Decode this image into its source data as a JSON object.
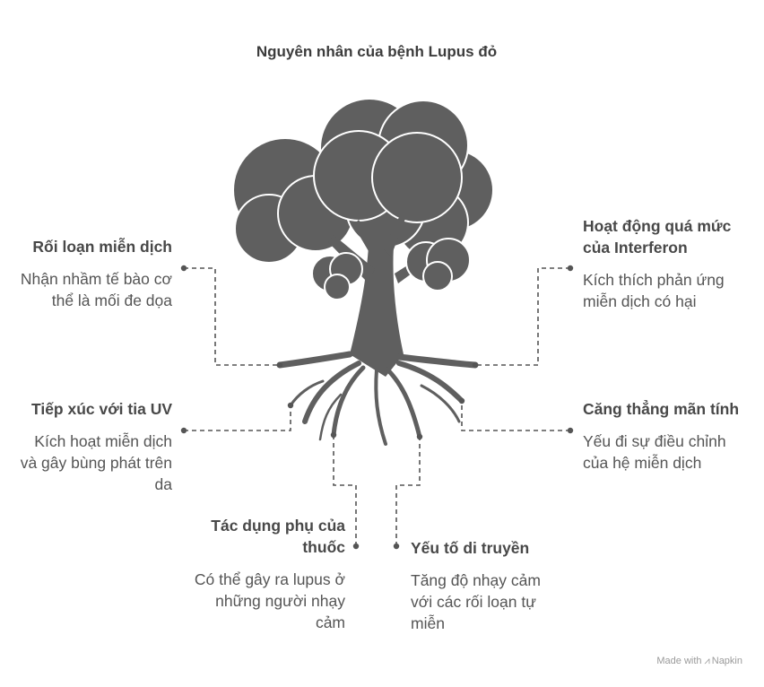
{
  "title": "Nguyên nhân của bệnh Lupus đỏ",
  "causes": [
    {
      "title": "Rối loạn miễn dịch",
      "description": "Nhận nhầm tế bào cơ thể là mối đe dọa"
    },
    {
      "title": "Tiếp xúc với tia UV",
      "description": "Kích hoạt miễn dịch và gây bùng phát trên da"
    },
    {
      "title": "Tác dụng phụ của thuốc",
      "description": "Có thể gây ra lupus ở những người nhạy cảm"
    },
    {
      "title": "Yếu tố di truyền",
      "description": "Tăng độ nhạy cảm với các rối loạn tự miễn"
    },
    {
      "title": "Căng thẳng mãn tính",
      "description": "Yếu đi sự điều chỉnh của hệ miễn dịch"
    },
    {
      "title": "Hoạt động quá mức của Interferon",
      "description": "Kích thích phản ứng miễn dịch có hại"
    }
  ],
  "footer": {
    "made_with": "Made with",
    "brand": "Napkin"
  },
  "colors": {
    "tree": "#5f5f5f",
    "connector": "#555555",
    "text": "#484848"
  }
}
